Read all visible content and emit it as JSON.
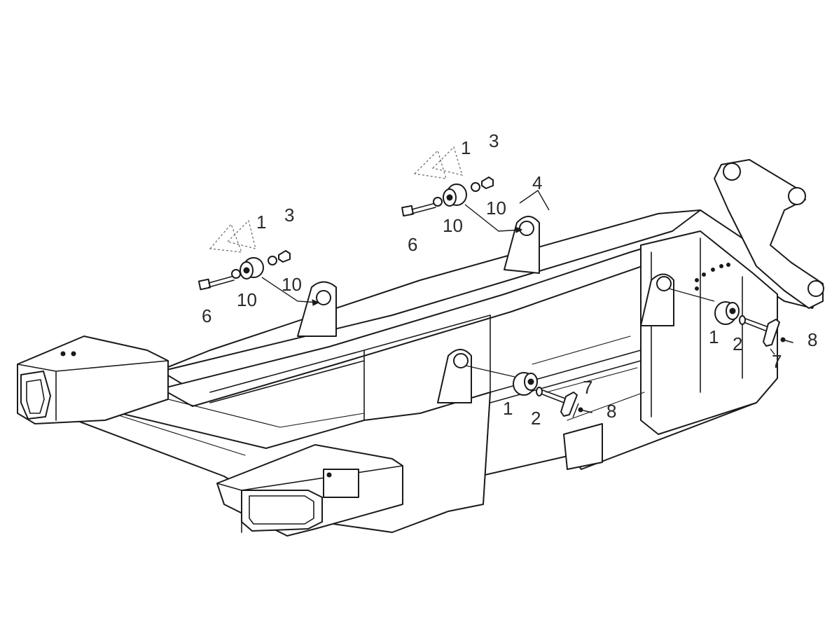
{
  "callouts": {
    "bushing": "1",
    "pin": "2",
    "nut": "3",
    "bracket": "4",
    "bolt": "6",
    "retainer": "7",
    "screw": "8",
    "washer": "10"
  },
  "colors": {
    "line": "#1a1a1a",
    "label": "#2a2a2a",
    "paper": "#ffffff"
  }
}
